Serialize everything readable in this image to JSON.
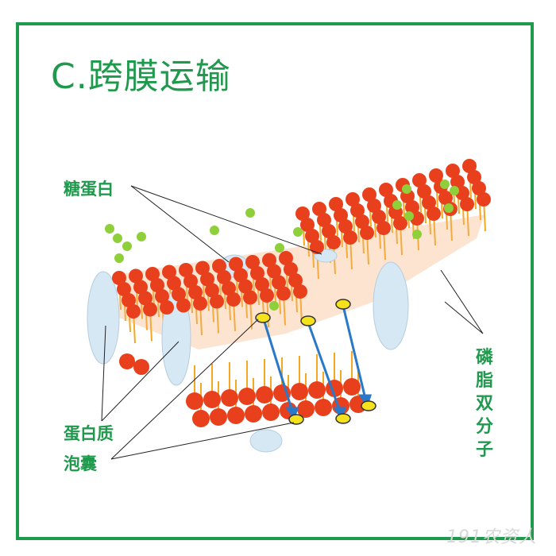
{
  "title": "C.跨膜运输",
  "labels": {
    "glycoprotein": "糖蛋白",
    "protein": "蛋白质",
    "vesicle": "泡囊",
    "phospholipid_bilayer": "磷脂双分子"
  },
  "watermark": "191农资人",
  "colors": {
    "frame": "#1f9a4c",
    "lipid_head": "#e8401c",
    "tail": "#f2a820",
    "arrow": "#2a78c8",
    "protein": "#cfe3f2",
    "sugar": "#8fcf3a"
  }
}
